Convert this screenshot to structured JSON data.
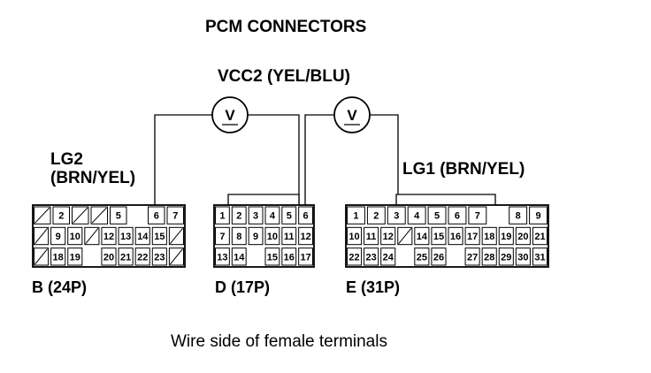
{
  "title": "PCM CONNECTORS",
  "vcc2_label": "VCC2 (YEL/BLU)",
  "lg2_label_line1": "LG2",
  "lg2_label_line2": "(BRN/YEL)",
  "lg1_label": "LG1 (BRN/YEL)",
  "caption": "Wire side of female terminals",
  "connectors": [
    {
      "id": "B",
      "label": "B (24P)",
      "rows": [
        [
          "/",
          "2",
          "/",
          "/",
          "5",
          "",
          "6",
          "7"
        ],
        [
          "/",
          "9",
          "10",
          "/",
          "12",
          "13",
          "14",
          "15",
          "/"
        ],
        [
          "/",
          "18",
          "19",
          "",
          "20",
          "21",
          "22",
          "23",
          "/"
        ]
      ]
    },
    {
      "id": "D",
      "label": "D (17P)",
      "rows": [
        [
          "1",
          "2",
          "3",
          "4",
          "5",
          "6"
        ],
        [
          "7",
          "8",
          "9",
          "10",
          "11",
          "12"
        ],
        [
          "13",
          "14",
          "",
          "15",
          "16",
          "17"
        ]
      ]
    },
    {
      "id": "E",
      "label": "E (31P)",
      "rows": [
        [
          "1",
          "2",
          "3",
          "4",
          "5",
          "6",
          "7",
          "",
          "8",
          "9"
        ],
        [
          "10",
          "11",
          "12",
          "/",
          "14",
          "15",
          "16",
          "17",
          "18",
          "19",
          "20",
          "21"
        ],
        [
          "22",
          "23",
          "24",
          "",
          "25",
          "26",
          "",
          "27",
          "28",
          "29",
          "30",
          "31"
        ]
      ]
    }
  ],
  "meter_symbol": "V"
}
